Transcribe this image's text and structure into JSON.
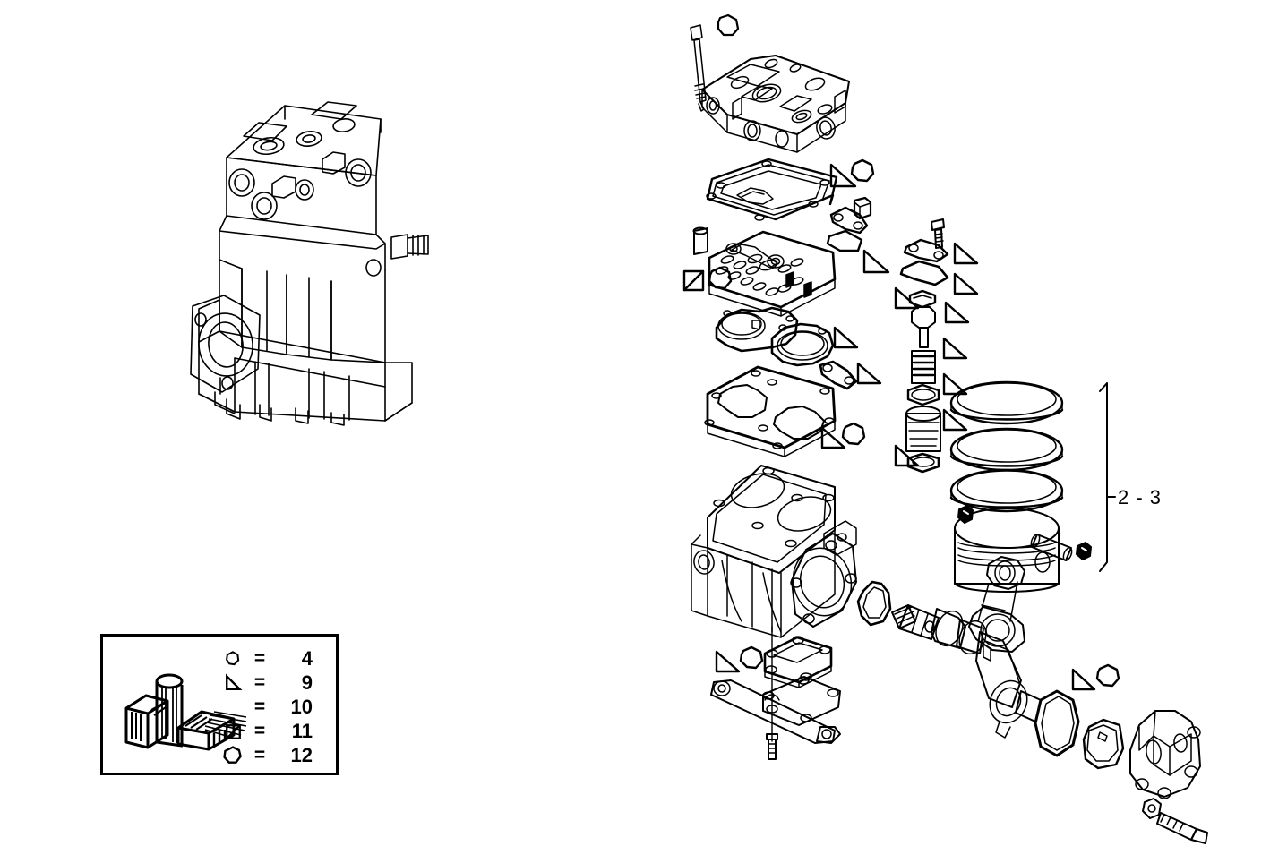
{
  "diagram": {
    "title": "Air compressor exploded parts diagram",
    "stroke_color": "#000000",
    "background_color": "#ffffff"
  },
  "legend": {
    "icon_name": "3d-blocks-cylinder-icon",
    "equals_sign": "=",
    "rows": [
      {
        "symbol": "circle-small",
        "equals": "=",
        "value": "4"
      },
      {
        "symbol": "triangle-right",
        "equals": "=",
        "value": "9"
      },
      {
        "symbol": "none",
        "equals": "=",
        "value": "10"
      },
      {
        "symbol": "square-diagonal",
        "equals": "=",
        "value": "11"
      },
      {
        "symbol": "circle-large",
        "equals": "=",
        "value": "12"
      }
    ]
  },
  "callouts": {
    "piston_group_bracket": "2 - 3"
  },
  "assembled_view": {
    "name": "air-compressor-assembled",
    "label": ""
  },
  "exploded_view": {
    "name": "air-compressor-exploded",
    "parts": [
      {
        "name": "cylinder-head-bolt"
      },
      {
        "name": "cylinder-head"
      },
      {
        "name": "cylinder-head-gasket"
      },
      {
        "name": "valve-plate"
      },
      {
        "name": "valve-plate-gasket"
      },
      {
        "name": "valve-spring-stack"
      },
      {
        "name": "piston-ring-1"
      },
      {
        "name": "piston-ring-2"
      },
      {
        "name": "piston-ring-3"
      },
      {
        "name": "piston"
      },
      {
        "name": "piston-pin"
      },
      {
        "name": "connecting-rod"
      },
      {
        "name": "crankcase"
      },
      {
        "name": "crankshaft"
      },
      {
        "name": "bearing-shell"
      },
      {
        "name": "seal-ring"
      },
      {
        "name": "end-cover"
      },
      {
        "name": "base-plate"
      },
      {
        "name": "base-gasket"
      },
      {
        "name": "mounting-bracket"
      }
    ]
  }
}
